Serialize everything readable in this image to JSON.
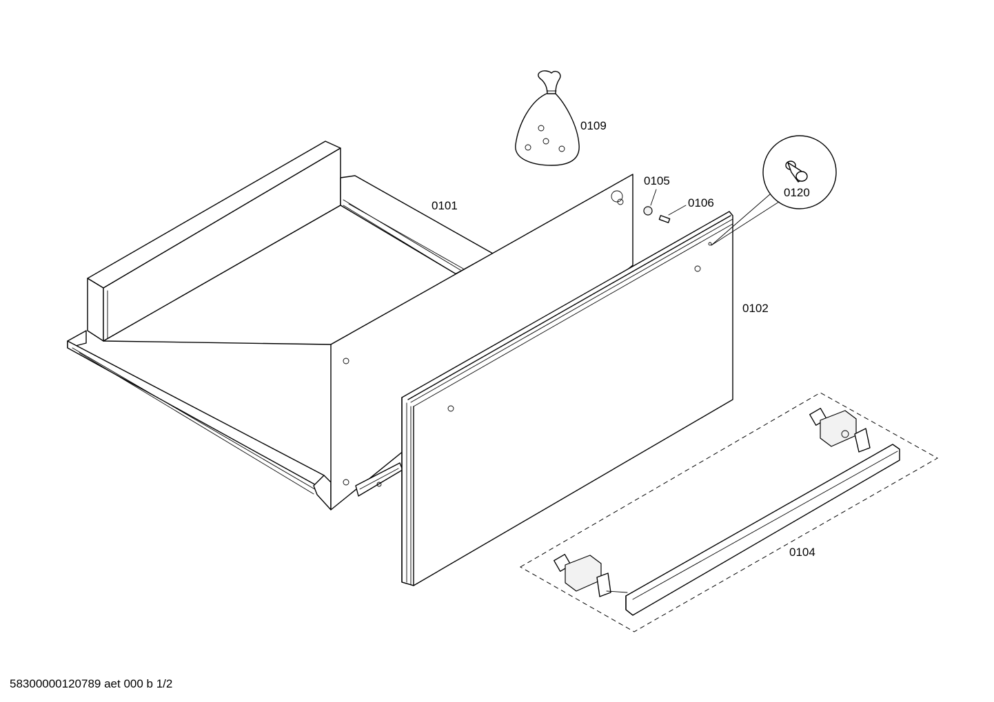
{
  "labels": {
    "p0101": "0101",
    "p0102": "0102",
    "p0104": "0104",
    "p0105": "0105",
    "p0106": "0106",
    "p0109": "0109",
    "p0120": "0120"
  },
  "footer": {
    "doc_id": "58300000120789 aet 000 b 1/2"
  }
}
